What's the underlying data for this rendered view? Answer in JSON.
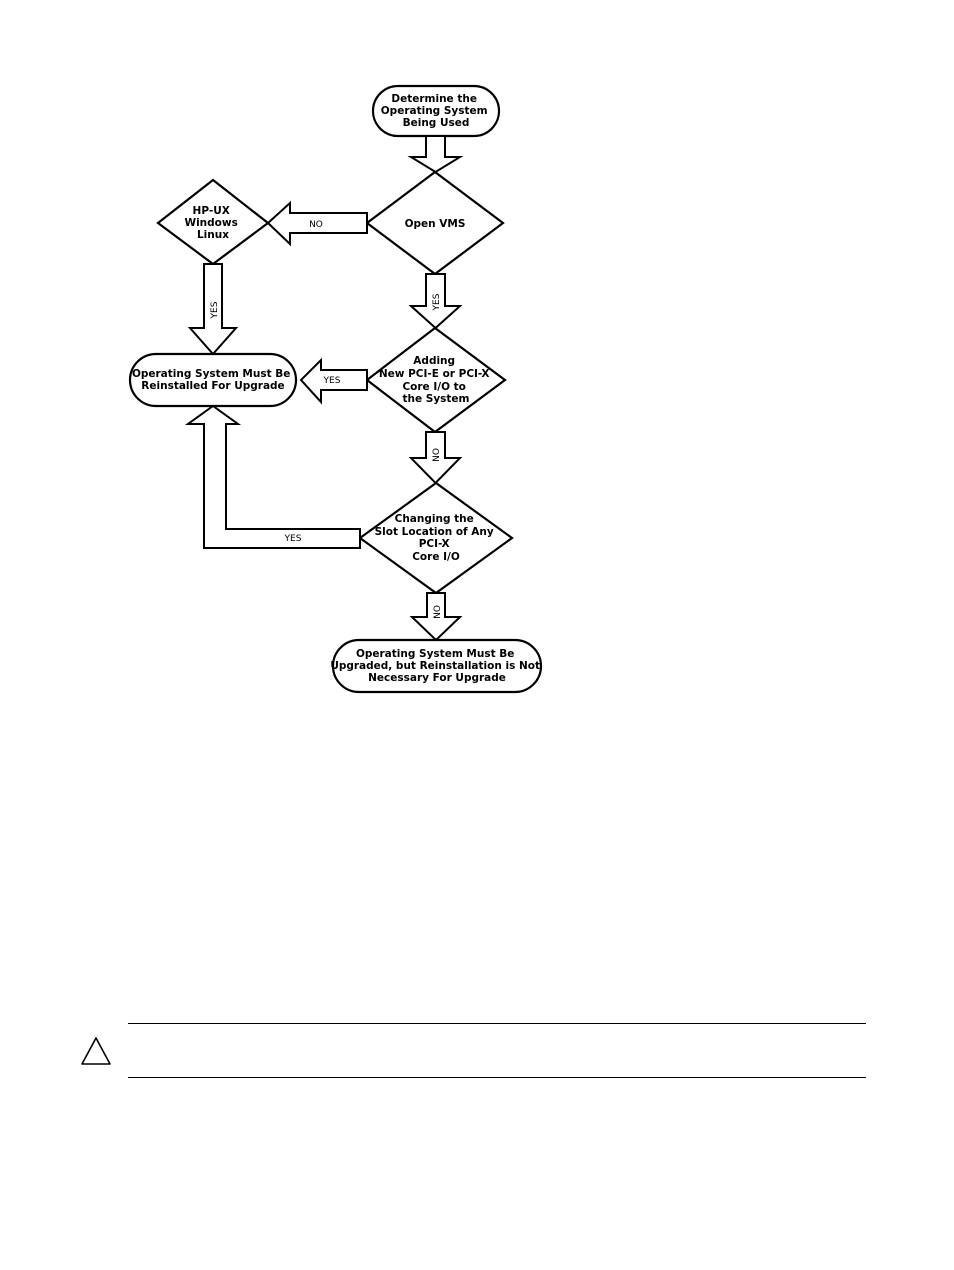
{
  "flowchart": {
    "start": {
      "lines": [
        "Determine the",
        "Operating System",
        "Being Used"
      ]
    },
    "decision_openvms": {
      "lines": [
        "Open VMS"
      ]
    },
    "decision_hpux": {
      "lines": [
        "HP-UX",
        "Windows",
        "Linux"
      ]
    },
    "decision_adding": {
      "lines": [
        "Adding",
        "New PCI-E or PCI-X",
        "Core I/O to",
        "the System"
      ]
    },
    "decision_changing": {
      "lines": [
        "Changing the",
        "Slot Location of Any",
        "PCI-X",
        "Core I/O"
      ]
    },
    "result_reinstall": {
      "lines": [
        "Operating System Must Be",
        "Reinstalled For Upgrade"
      ]
    },
    "result_upgrade": {
      "lines": [
        "Operating System Must Be",
        "Upgraded, but Reinstallation is Not",
        "Necessary For Upgrade"
      ]
    },
    "labels": {
      "openvms_no": "NO",
      "openvms_yes": "YES",
      "hpux_yes": "YES",
      "adding_yes": "YES",
      "adding_no": "NO",
      "changing_yes": "YES",
      "changing_no": "NO"
    }
  },
  "caution": {
    "icon": "caution-triangle-icon"
  }
}
